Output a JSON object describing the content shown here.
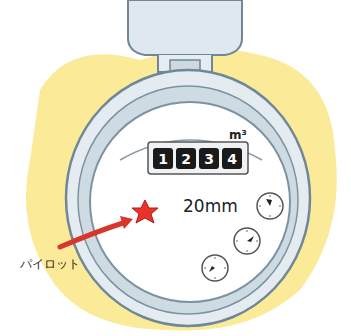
{
  "diagram": {
    "nodes": [
      {
        "text": [
          "1"
        ]
      },
      {
        "text": [
          "2"
        ]
      },
      {
        "text": [
          "3"
        ]
      },
      {
        "text": [
          "4"
        ]
      }
    ],
    "labels": [
      "m³",
      "20mm",
      "パイロット"
    ]
  }
}
